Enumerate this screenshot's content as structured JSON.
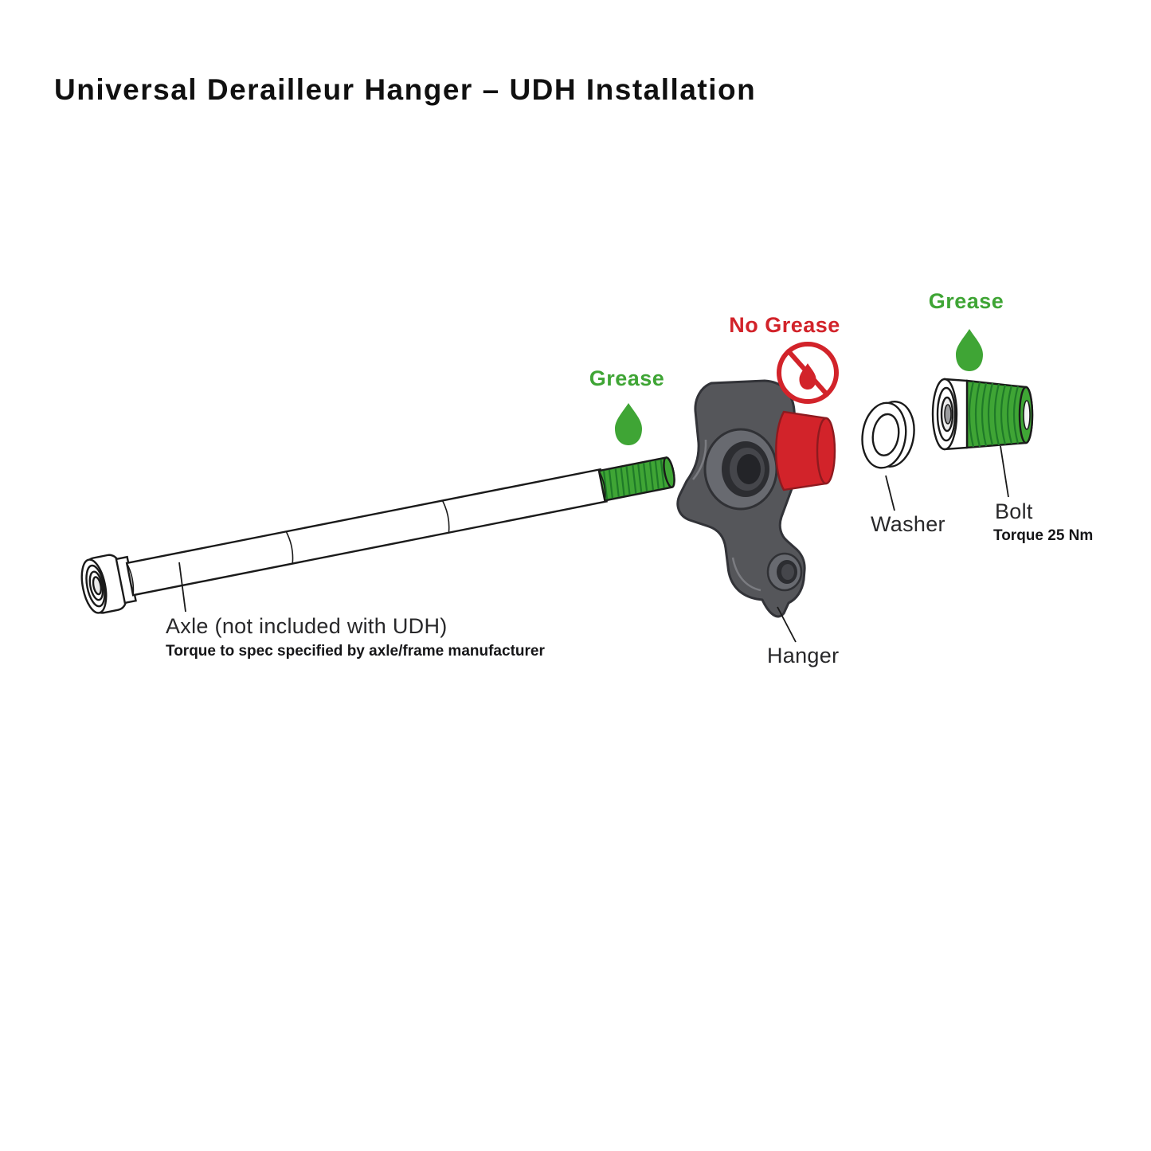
{
  "page": {
    "title": "Universal Derailleur Hanger – UDH Installation"
  },
  "colors": {
    "green": "#3FA535",
    "green_dark": "#1F7A28",
    "red": "#D2232A",
    "red_dark": "#8E1A1F",
    "ink": "#1A1A1A",
    "gray_body": "#55565A",
    "gray_dark": "#323338"
  },
  "annotations": {
    "grease_axle": "Grease",
    "no_grease": "No Grease",
    "grease_bolt": "Grease",
    "axle_label": "Axle (not included with UDH)",
    "axle_note": "Torque to spec specified by axle/frame manufacturer",
    "hanger_label": "Hanger",
    "washer_label": "Washer",
    "bolt_label": "Bolt",
    "bolt_note": "Torque 25 Nm"
  }
}
